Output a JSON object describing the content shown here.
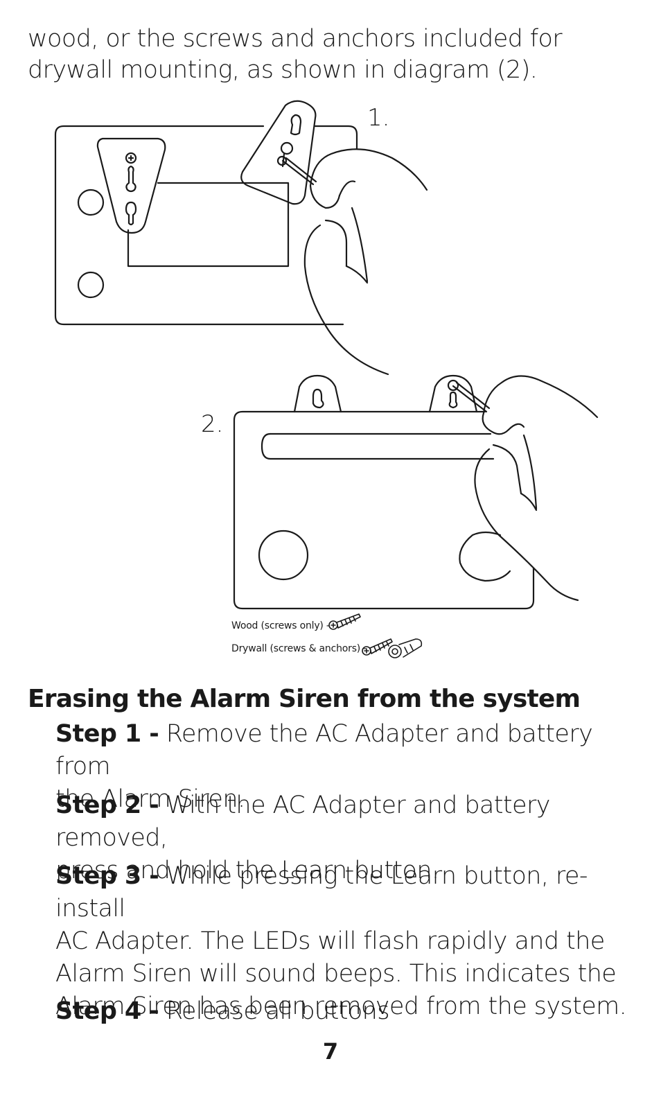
{
  "intro": {
    "line1": "wood, or the screws and anchors included for",
    "line2": "drywall mounting, as shown in diagram (2)."
  },
  "figure": {
    "label1": "1.",
    "label2": "2.",
    "legend_wood": "Wood (screws only) -",
    "legend_drywall": "Drywall (screws & anchors) -"
  },
  "section": {
    "heading": "Erasing the Alarm Siren from the system",
    "steps": [
      {
        "label": "Step 1 -",
        "lines": [
          " Remove the AC Adapter and battery from",
          "the Alarm Siren."
        ]
      },
      {
        "label": "Step 2 -",
        "lines": [
          " With the AC Adapter and battery removed,",
          "press and hold the Learn button."
        ]
      },
      {
        "label": "Step 3 -",
        "lines": [
          " While pressing the Learn button, re-install",
          "AC Adapter. The LEDs will flash rapidly and the",
          "Alarm Siren will sound beeps. This indicates the",
          "Alarm Siren has been removed from the system."
        ]
      },
      {
        "label": "Step 4 -",
        "lines": [
          " Release all buttons"
        ]
      }
    ]
  },
  "page_number": "7"
}
